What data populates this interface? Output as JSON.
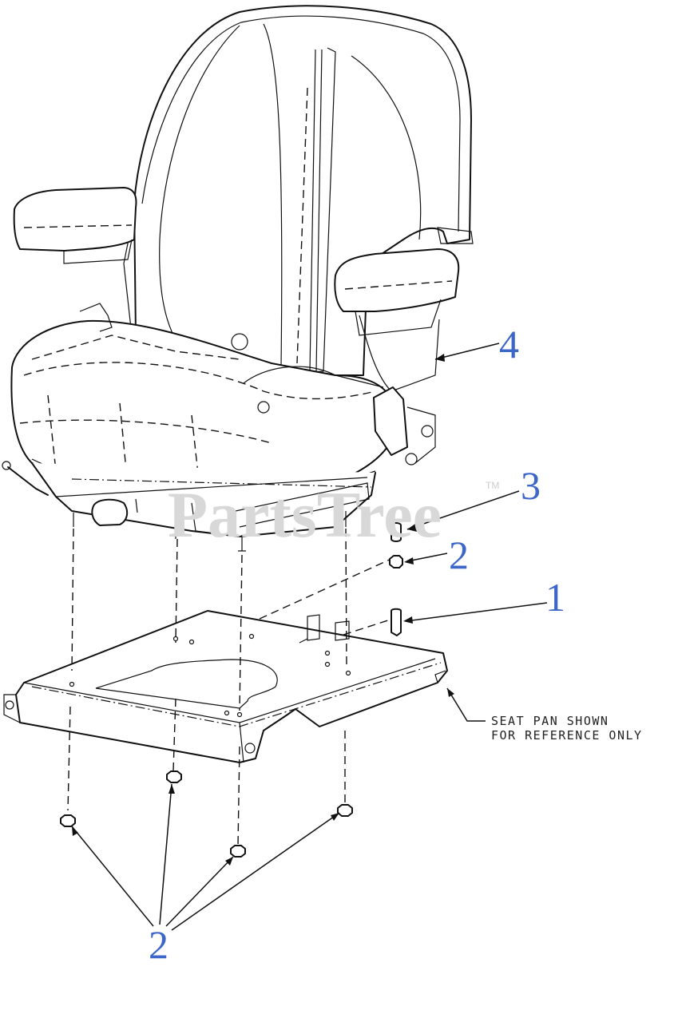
{
  "watermark": {
    "text": "PartsTree",
    "trademark": "TM"
  },
  "callouts": [
    {
      "id": "c4",
      "label": "4"
    },
    {
      "id": "c3",
      "label": "3"
    },
    {
      "id": "c2a",
      "label": "2"
    },
    {
      "id": "c1",
      "label": "1"
    },
    {
      "id": "c2b",
      "label": "2"
    }
  ],
  "note": {
    "line1": "SEAT PAN SHOWN",
    "line2": "FOR REFERENCE ONLY"
  },
  "colors": {
    "callout": "#3c66c8",
    "line": "#111111",
    "watermark": "#d8d8d8"
  }
}
